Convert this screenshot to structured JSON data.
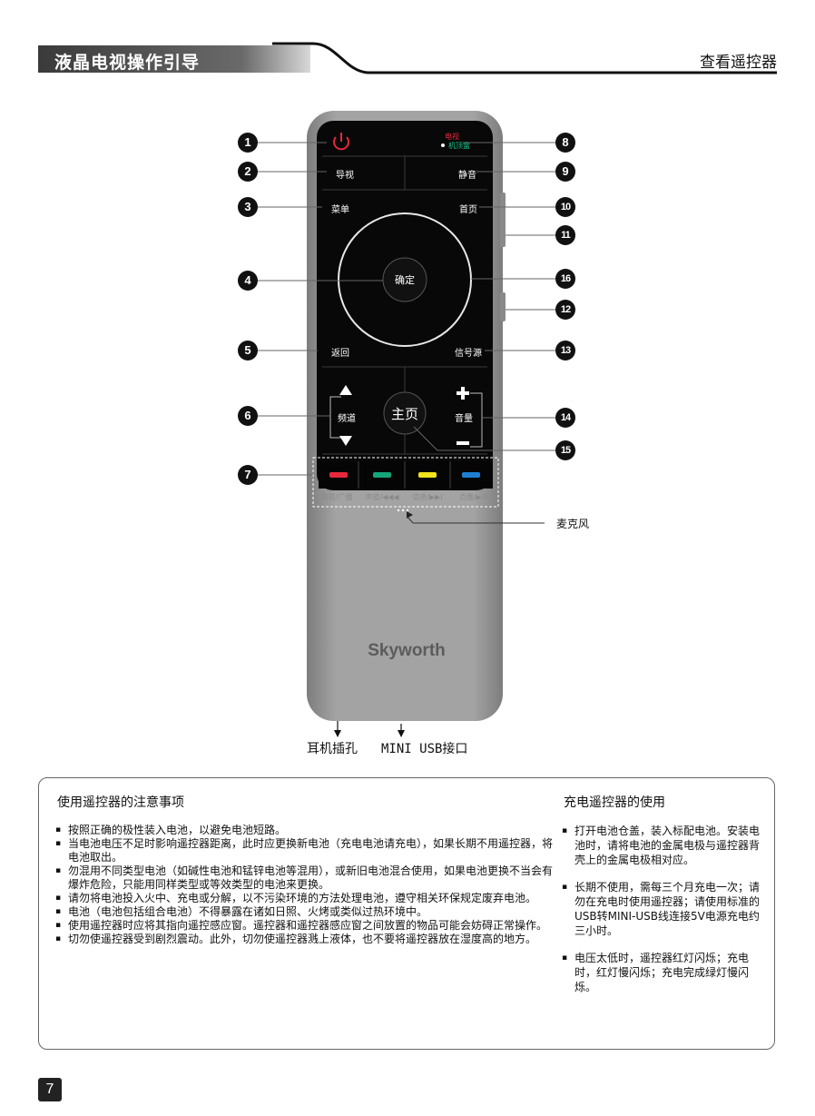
{
  "header": {
    "title": "液晶电视操作引导",
    "right_title": "查看遥控器"
  },
  "remote": {
    "power_icon": "power-icon",
    "mode_tv": "电视",
    "mode_stb": "机顶盒",
    "guide": "导视",
    "mute": "静音",
    "menu": "菜单",
    "home_page": "首页",
    "ok": "确定",
    "back": "返回",
    "source": "信号源",
    "channel": "频道",
    "main": "主页",
    "volume": "音量",
    "color_keys": [
      {
        "color": "#e8283c",
        "caption": "电视/广播"
      },
      {
        "color": "#14a67a",
        "caption": "声道/◀◀◀"
      },
      {
        "color": "#f0e21c",
        "caption": "信息/▶▶I"
      },
      {
        "color": "#1e7fd2",
        "caption": "点播/▶/II"
      }
    ],
    "brand": "Skyworth",
    "mic_label": "麦克风"
  },
  "callouts": [
    "1",
    "2",
    "3",
    "4",
    "5",
    "6",
    "7",
    "8",
    "9",
    "10",
    "11",
    "16",
    "12",
    "13",
    "14",
    "15"
  ],
  "bottom_labels": {
    "earphone": "耳机插孔",
    "usb": "MINI USB接口"
  },
  "notes": {
    "left_title": "使用遥控器的注意事项",
    "left_items": [
      "按照正确的极性装入电池，以避免电池短路。",
      "当电池电压不足时影响遥控器距离，此时应更换新电池（充电电池请充电），如果长期不用遥控器，将电池取出。",
      "勿混用不同类型电池（如碱性电池和锰锌电池等混用），或新旧电池混合使用，如果电池更换不当会有爆炸危险，只能用同样类型或等效类型的电池来更换。",
      "请勿将电池投入火中、充电或分解，以不污染环境的方法处理电池，遵守相关环保规定废弃电池。",
      "电池（电池包括组合电池）不得暴露在诸如日照、火烤或类似过热环境中。",
      "使用遥控器时应将其指向遥控感应窗。遥控器和遥控器感应窗之间放置的物品可能会妨碍正常操作。",
      "切勿使遥控器受到剧烈震动。此外，切勿使遥控器溅上液体，也不要将遥控器放在湿度高的地方。"
    ],
    "right_title": "充电遥控器的使用",
    "right_items": [
      "打开电池仓盖，装入标配电池。安装电池时，请将电池的金属电极与遥控器背壳上的金属电极相对应。",
      "长期不使用，需每三个月充电一次；请勿在充电时使用遥控器；请使用标准的USB转MINI-USB线连接5V电源充电约三小时。",
      "电压太低时，遥控器红灯闪烁；充电时，红灯慢闪烁；充电完成绿灯慢闪烁。"
    ]
  },
  "page_number": "7"
}
